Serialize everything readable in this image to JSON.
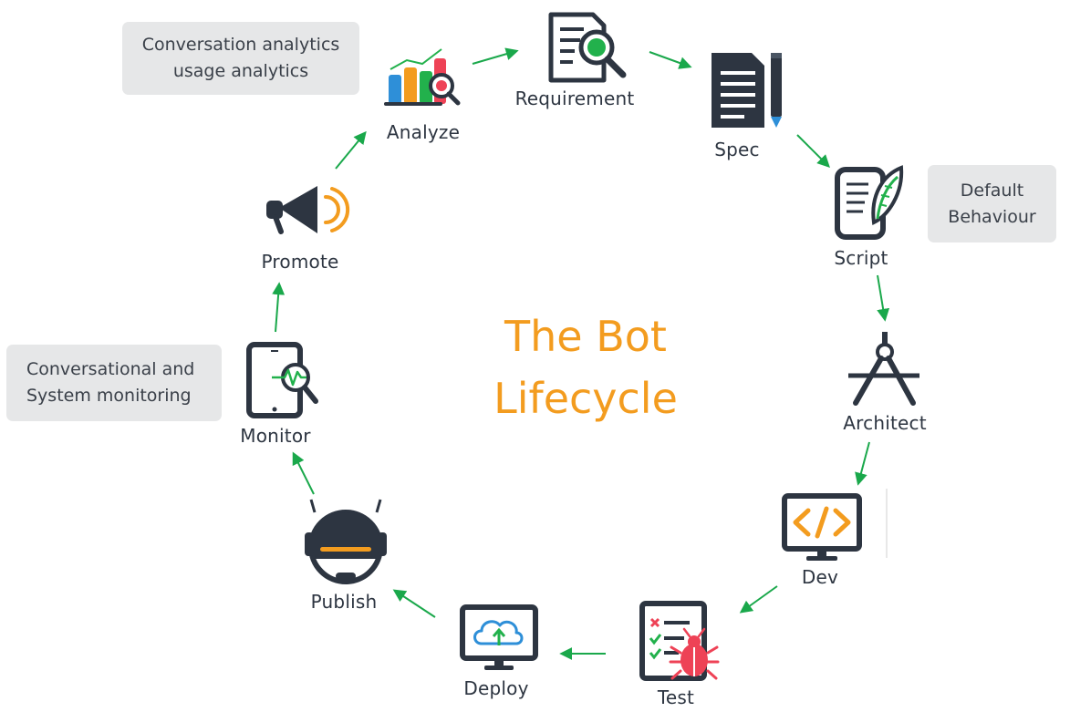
{
  "title": {
    "line1": "The Bot",
    "line2": "Lifecycle"
  },
  "stages": {
    "analyze": "Analyze",
    "requirement": "Requirement",
    "spec": "Spec",
    "script": "Script",
    "architect": "Architect",
    "dev": "Dev",
    "test": "Test",
    "deploy": "Deploy",
    "publish": "Publish",
    "monitor": "Monitor",
    "promote": "Promote"
  },
  "notes": {
    "analytics": {
      "line1": "Conversation analytics",
      "line2": "usage analytics"
    },
    "behaviour": {
      "line1": "Default",
      "line2": "Behaviour"
    },
    "monitoring": {
      "line1": "Conversational and",
      "line2": "System monitoring"
    }
  },
  "icons": {
    "analyze": "analytics-chart-icon",
    "requirement": "document-search-icon",
    "spec": "document-pen-icon",
    "script": "script-quill-icon",
    "architect": "compass-icon",
    "dev": "code-monitor-icon",
    "test": "bug-checklist-icon",
    "deploy": "cloud-upload-monitor-icon",
    "publish": "bot-head-icon",
    "monitor": "tablet-monitoring-icon",
    "promote": "megaphone-icon"
  },
  "colors": {
    "icon": "#2d3541",
    "accent": "#f39c1f",
    "arrow": "#1aa84b",
    "green": "#22b14c",
    "red": "#ee4256",
    "blue": "#2e8fd8",
    "note_bg": "#e6e7e8"
  }
}
